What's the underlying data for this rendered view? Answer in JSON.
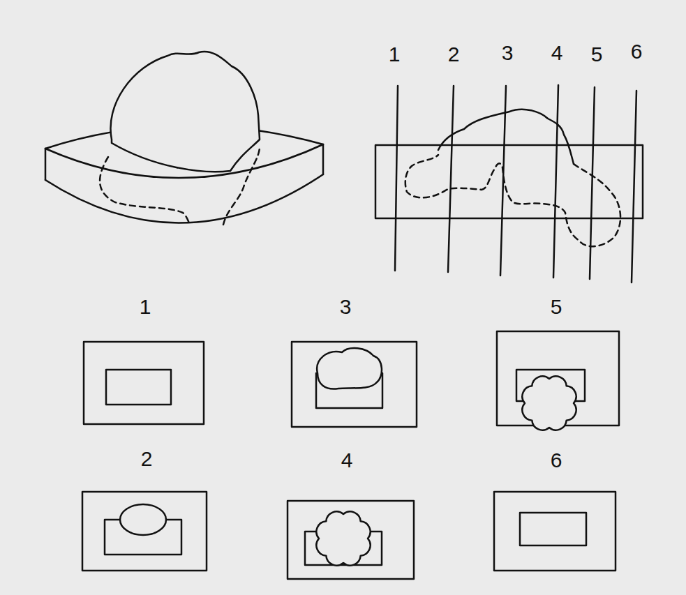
{
  "diagram": {
    "labels": [
      "1",
      "2",
      "3",
      "4",
      "5",
      "6",
      "1",
      "3",
      "5",
      "2",
      "4",
      "6"
    ]
  }
}
